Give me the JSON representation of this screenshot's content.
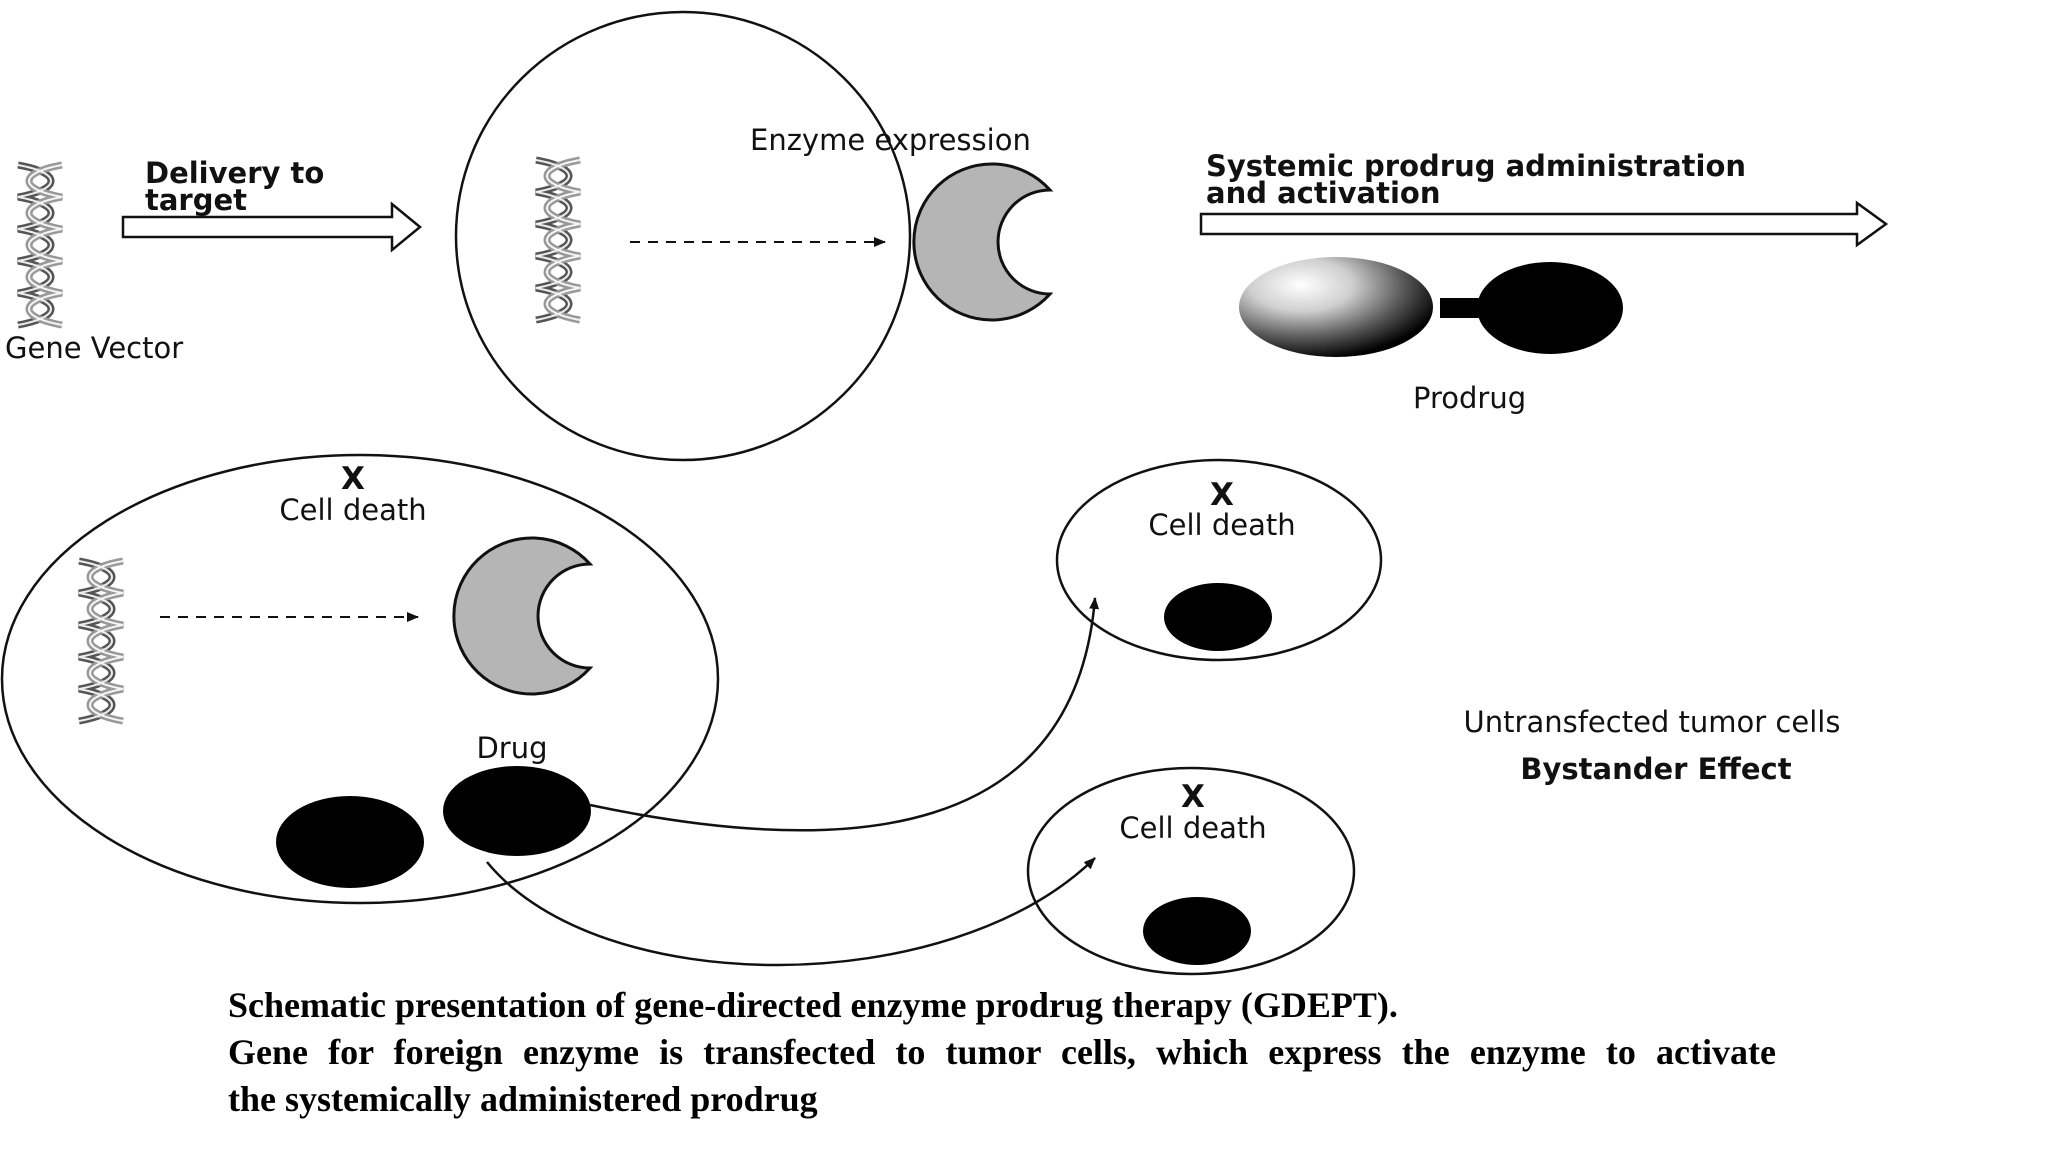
{
  "labels": {
    "gene_vector": "Gene Vector",
    "delivery_line1": "Delivery to",
    "delivery_line2": "target",
    "enzyme_expression": "Enzyme expression",
    "systemic_line1": "Systemic prodrug administration",
    "systemic_line2": "and activation",
    "prodrug": "Prodrug",
    "x_mark": "X",
    "cell_death": "Cell death",
    "drug": "Drug",
    "untransfected": "Untransfected tumor cells",
    "bystander": "Bystander Effect"
  },
  "caption": {
    "line1": "Schematic presentation of gene-directed enzyme prodrug therapy (GDEPT).",
    "line2": "Gene for foreign enzyme is transfected to tumor cells, which express the enzyme to activate",
    "line3": "the systemically administered prodrug"
  }
}
